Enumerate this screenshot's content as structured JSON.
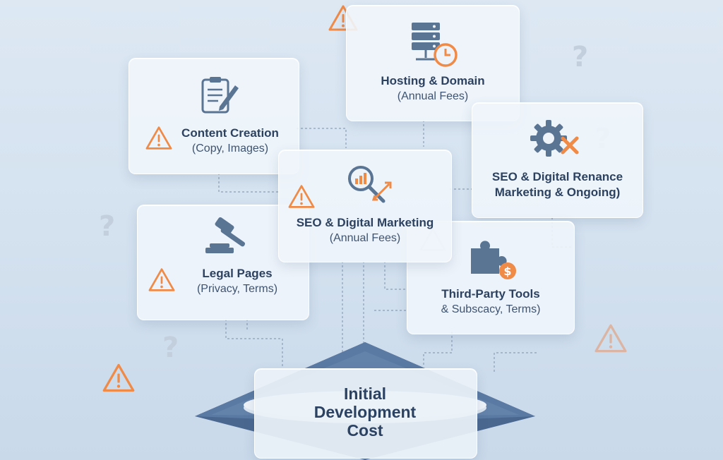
{
  "cards": {
    "hosting": {
      "title": "Hosting & Domain",
      "sub": "(Annual Fees)"
    },
    "content": {
      "title": "Content Creation",
      "sub": "(Copy, Images)"
    },
    "seo": {
      "title": "SEO & Digital Marketing",
      "sub": "(Annual Fees)"
    },
    "maintenance": {
      "title": "SEO & Digital Renance",
      "sub": "Marketing & Ongoing)"
    },
    "legal": {
      "title": "Legal Pages",
      "sub": "(Privacy, Terms)"
    },
    "tools": {
      "title": "Third-Party Tools",
      "sub": "& Subscacy, Terms)"
    }
  },
  "center": {
    "line1": "Initial",
    "line2": "Development",
    "line3": "Cost"
  },
  "decor": {
    "question_mark": "?"
  },
  "colors": {
    "accent_orange": "#ef8a47",
    "slate_blue": "#5a7494",
    "navy": "#2c4260",
    "platform": "#4a6790"
  }
}
